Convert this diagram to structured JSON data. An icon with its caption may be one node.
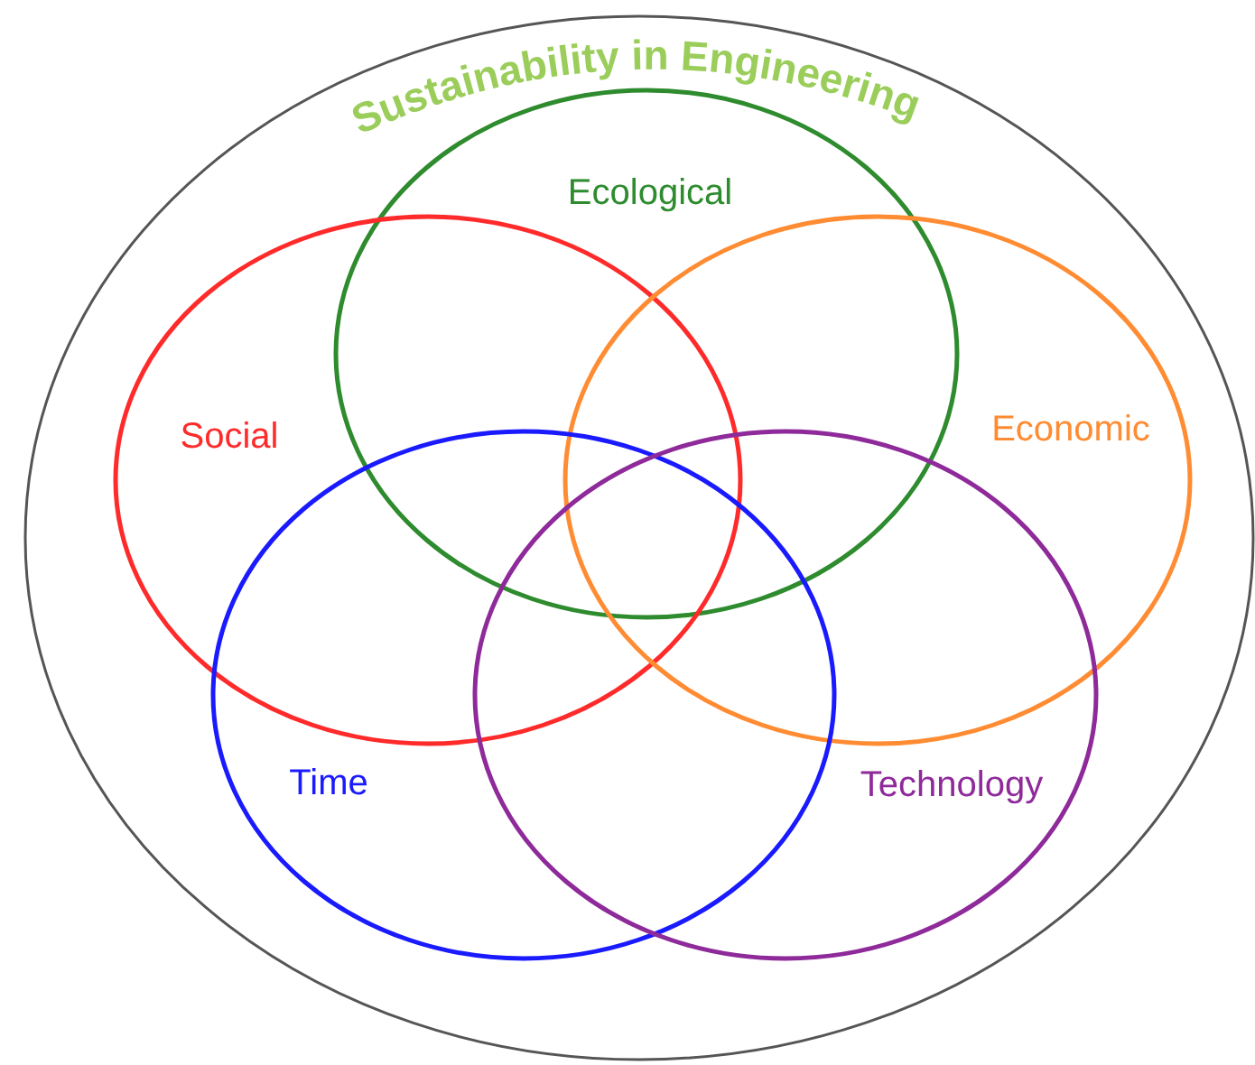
{
  "diagram": {
    "nodes": [
      {
        "text": [
          "Sustainability in Engineering"
        ]
      },
      {
        "text": [
          "Ecological"
        ],
        "in": 0
      },
      {
        "text": [
          "Social"
        ],
        "in": 0
      },
      {
        "text": [
          "Economic"
        ],
        "in": 0
      },
      {
        "text": [
          "Time"
        ],
        "in": 0
      },
      {
        "text": [
          "Technology"
        ],
        "in": 0
      }
    ]
  }
}
